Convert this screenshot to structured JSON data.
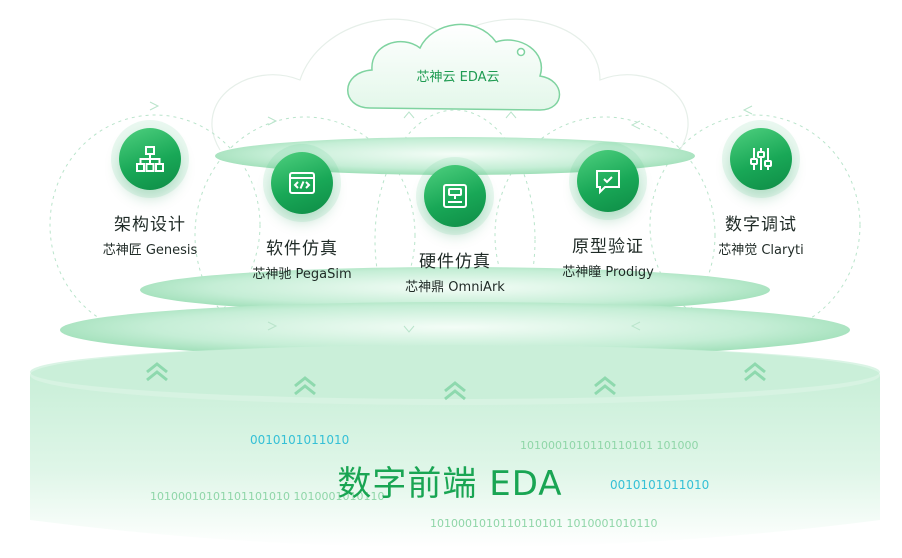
{
  "cloud": {
    "label": "芯神云 EDA云"
  },
  "nodes": [
    {
      "title": "架构设计",
      "subtitle": "芯神匠 Genesis",
      "icon": "hierarchy-icon"
    },
    {
      "title": "软件仿真",
      "subtitle": "芯神驰 PegaSim",
      "icon": "code-window-icon"
    },
    {
      "title": "硬件仿真",
      "subtitle": "芯神鼎 OmniArk",
      "icon": "server-icon"
    },
    {
      "title": "原型验证",
      "subtitle": "芯神瞳 Prodigy",
      "icon": "check-message-icon"
    },
    {
      "title": "数字调试",
      "subtitle": "芯神觉 Claryti",
      "icon": "sliders-icon"
    }
  ],
  "base": {
    "title": "数字前端 EDA",
    "binary": [
      "0010101011010",
      "1010001010110110101 101000",
      "10100010101101101010  1010001010110",
      "0010101011010",
      "1010001010110110101 1010001010110"
    ]
  },
  "colors": {
    "accent": "#19a553",
    "cyan": "#35c0d6"
  }
}
